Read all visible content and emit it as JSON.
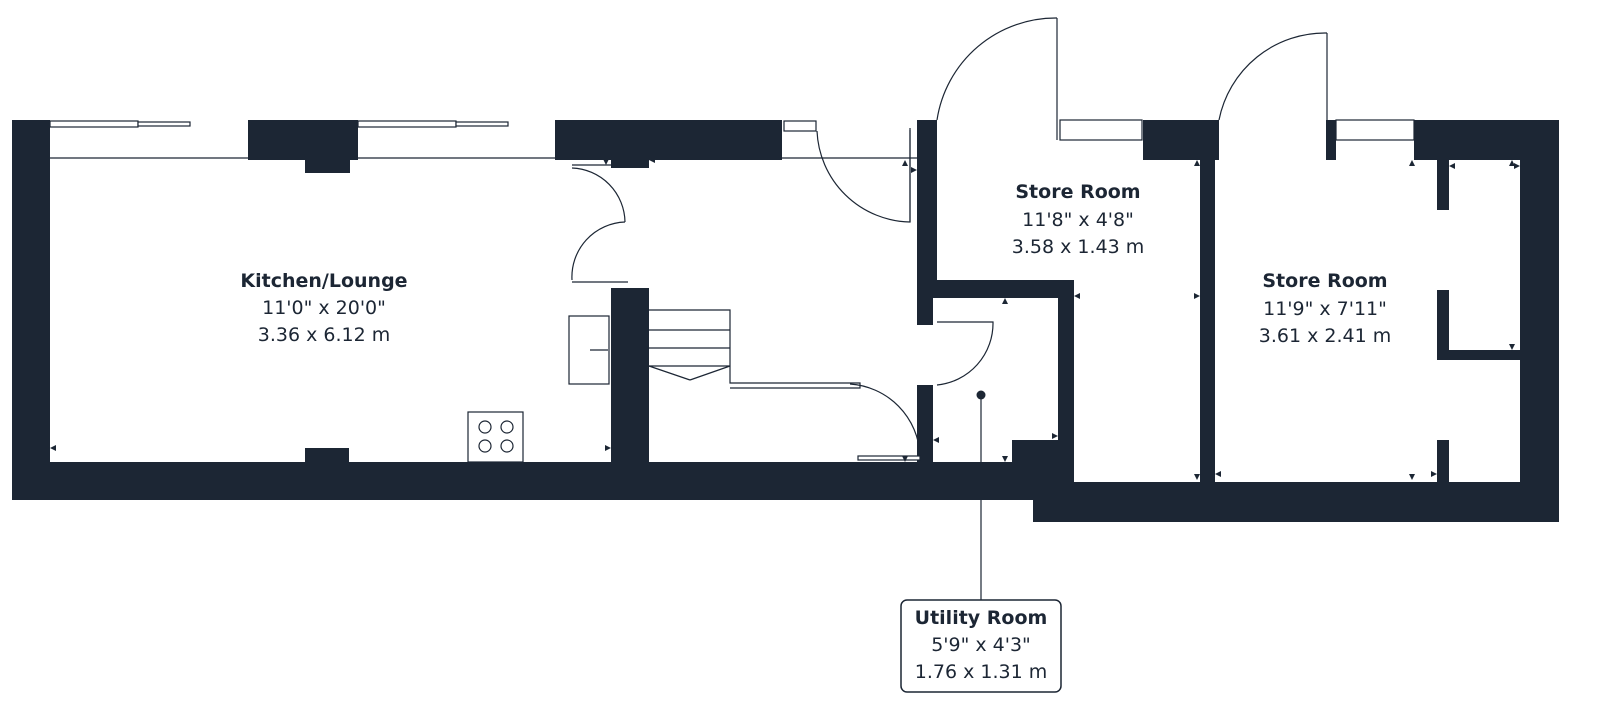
{
  "rooms": [
    {
      "id": "kitchen",
      "name": "Kitchen/Lounge",
      "imperial": "11'0\" x 20'0\"",
      "metric": "3.36 x 6.12 m"
    },
    {
      "id": "store1",
      "name": "Store Room",
      "imperial": "11'8\" x 4'8\"",
      "metric": "3.58 x 1.43 m"
    },
    {
      "id": "store2",
      "name": "Store Room",
      "imperial": "11'9\" x 7'11\"",
      "metric": "3.61 x 2.41 m"
    },
    {
      "id": "utility",
      "name": "Utility Room",
      "imperial": "5'9\" x 4'3\"",
      "metric": "1.76 x 1.31 m"
    }
  ],
  "colors": {
    "wall": "#1c2634",
    "background": "#ffffff"
  }
}
